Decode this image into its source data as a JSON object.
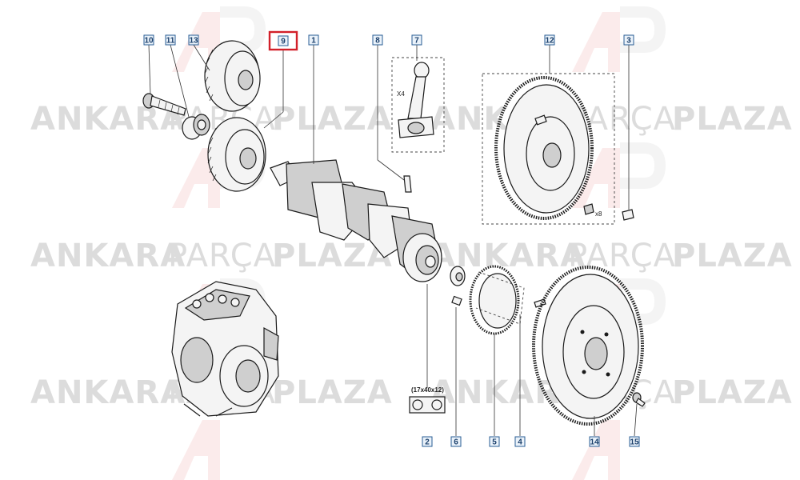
{
  "watermark": {
    "left": "ANKARA",
    "middle": "PARÇA",
    "right": "PLAZA",
    "logo_letter": "AP"
  },
  "callouts": [
    {
      "id": "c10",
      "label": "10",
      "highlighted": false
    },
    {
      "id": "c11",
      "label": "11",
      "highlighted": false
    },
    {
      "id": "c13",
      "label": "13",
      "highlighted": false
    },
    {
      "id": "c9",
      "label": "9",
      "highlighted": true
    },
    {
      "id": "c1",
      "label": "1",
      "highlighted": false
    },
    {
      "id": "c8",
      "label": "8",
      "highlighted": false
    },
    {
      "id": "c7",
      "label": "7",
      "highlighted": false
    },
    {
      "id": "c12",
      "label": "12",
      "highlighted": false
    },
    {
      "id": "c3",
      "label": "3",
      "highlighted": false
    },
    {
      "id": "c2",
      "label": "2",
      "highlighted": false
    },
    {
      "id": "c6",
      "label": "6",
      "highlighted": false
    },
    {
      "id": "c5",
      "label": "5",
      "highlighted": false
    },
    {
      "id": "c4",
      "label": "4",
      "highlighted": false
    },
    {
      "id": "c14",
      "label": "14",
      "highlighted": false
    },
    {
      "id": "c15",
      "label": "15",
      "highlighted": false
    }
  ],
  "annotations": {
    "rod_qty": "X4",
    "bolt_qty": "x8",
    "bearing_size": "(17x40x12)"
  },
  "colors": {
    "highlight": "#d2202a",
    "callout_border": "#2a5e94",
    "line": "#1a1a1a",
    "watermark": "#dcdcdc"
  }
}
